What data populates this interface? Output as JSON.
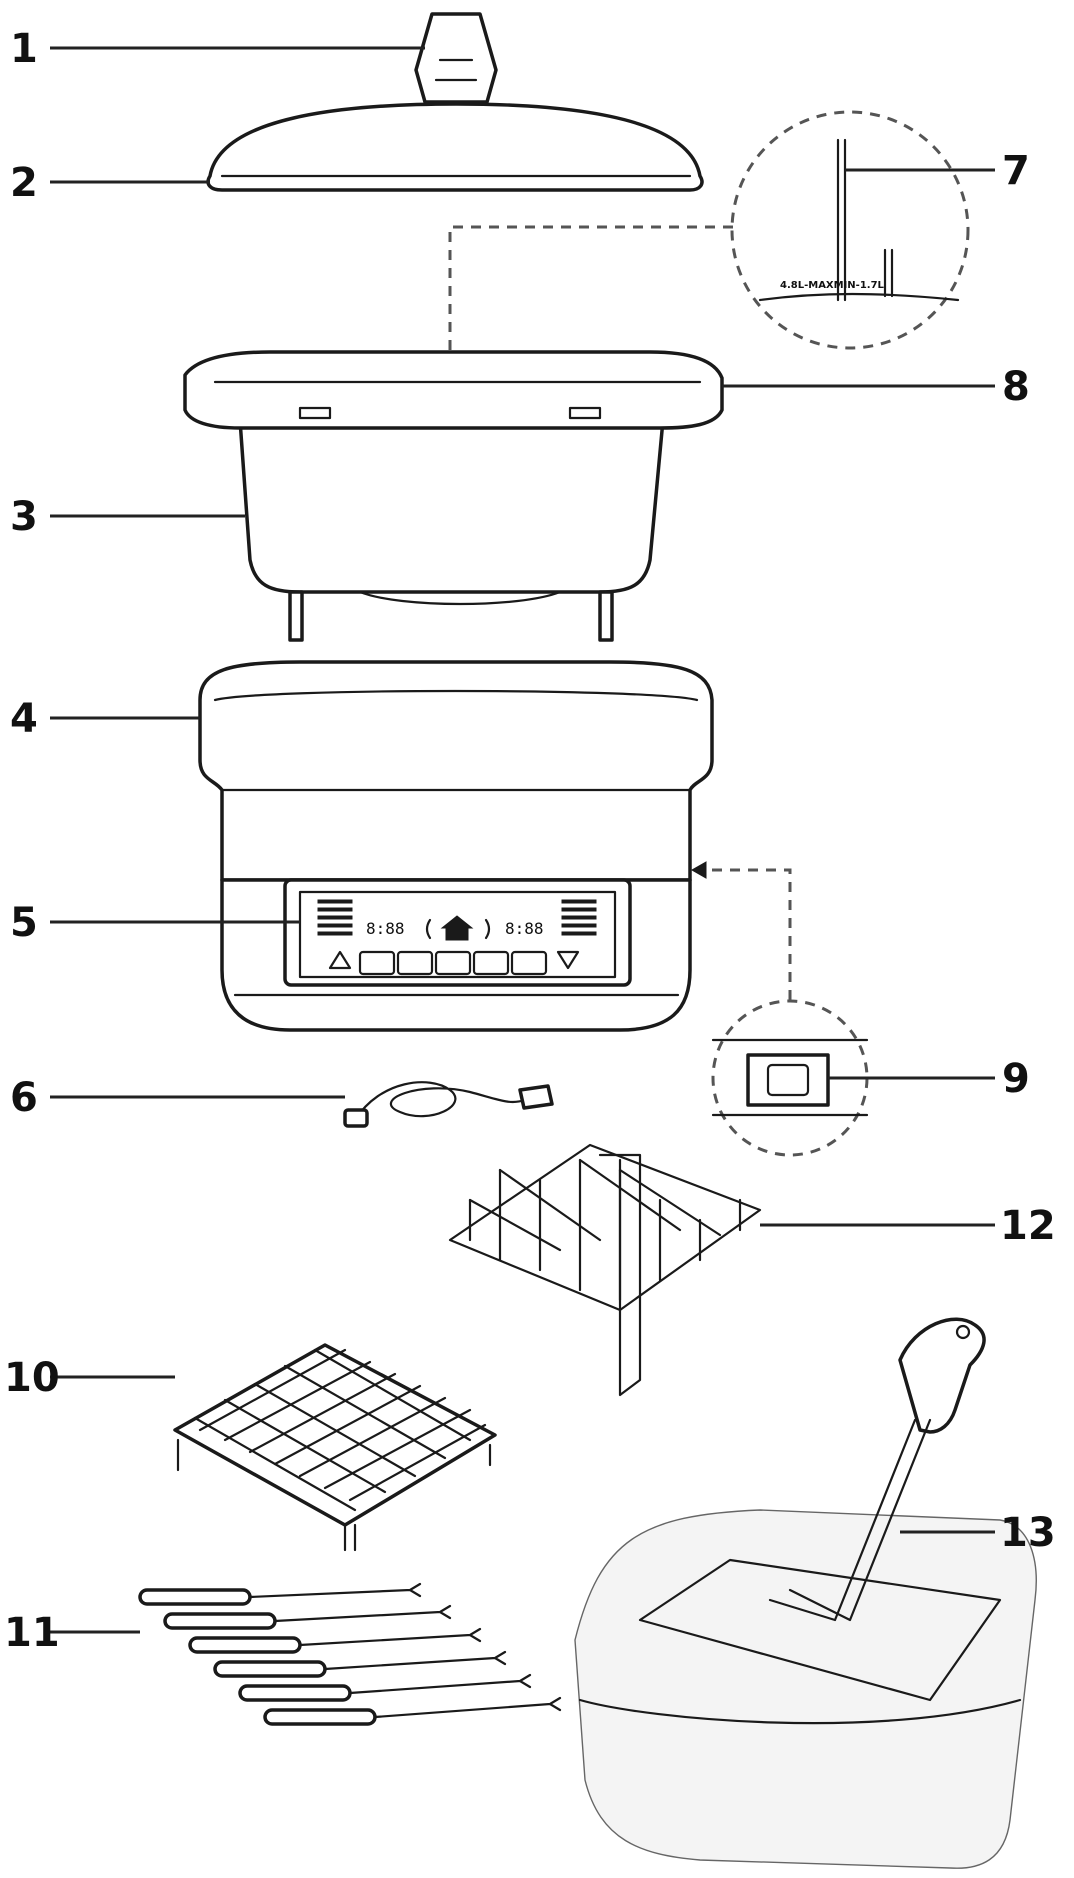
{
  "callouts": {
    "c1": "1",
    "c2": "2",
    "c3": "3",
    "c4": "4",
    "c5": "5",
    "c6": "6",
    "c7": "7",
    "c8": "8",
    "c9": "9",
    "c10": "10",
    "c11": "11",
    "c12": "12",
    "c13": "13"
  },
  "detail7": {
    "capacity_label": "4.8L-MAXMIN-1.7L"
  },
  "panel": {
    "display_left": "8:88",
    "display_right": "8:88"
  }
}
